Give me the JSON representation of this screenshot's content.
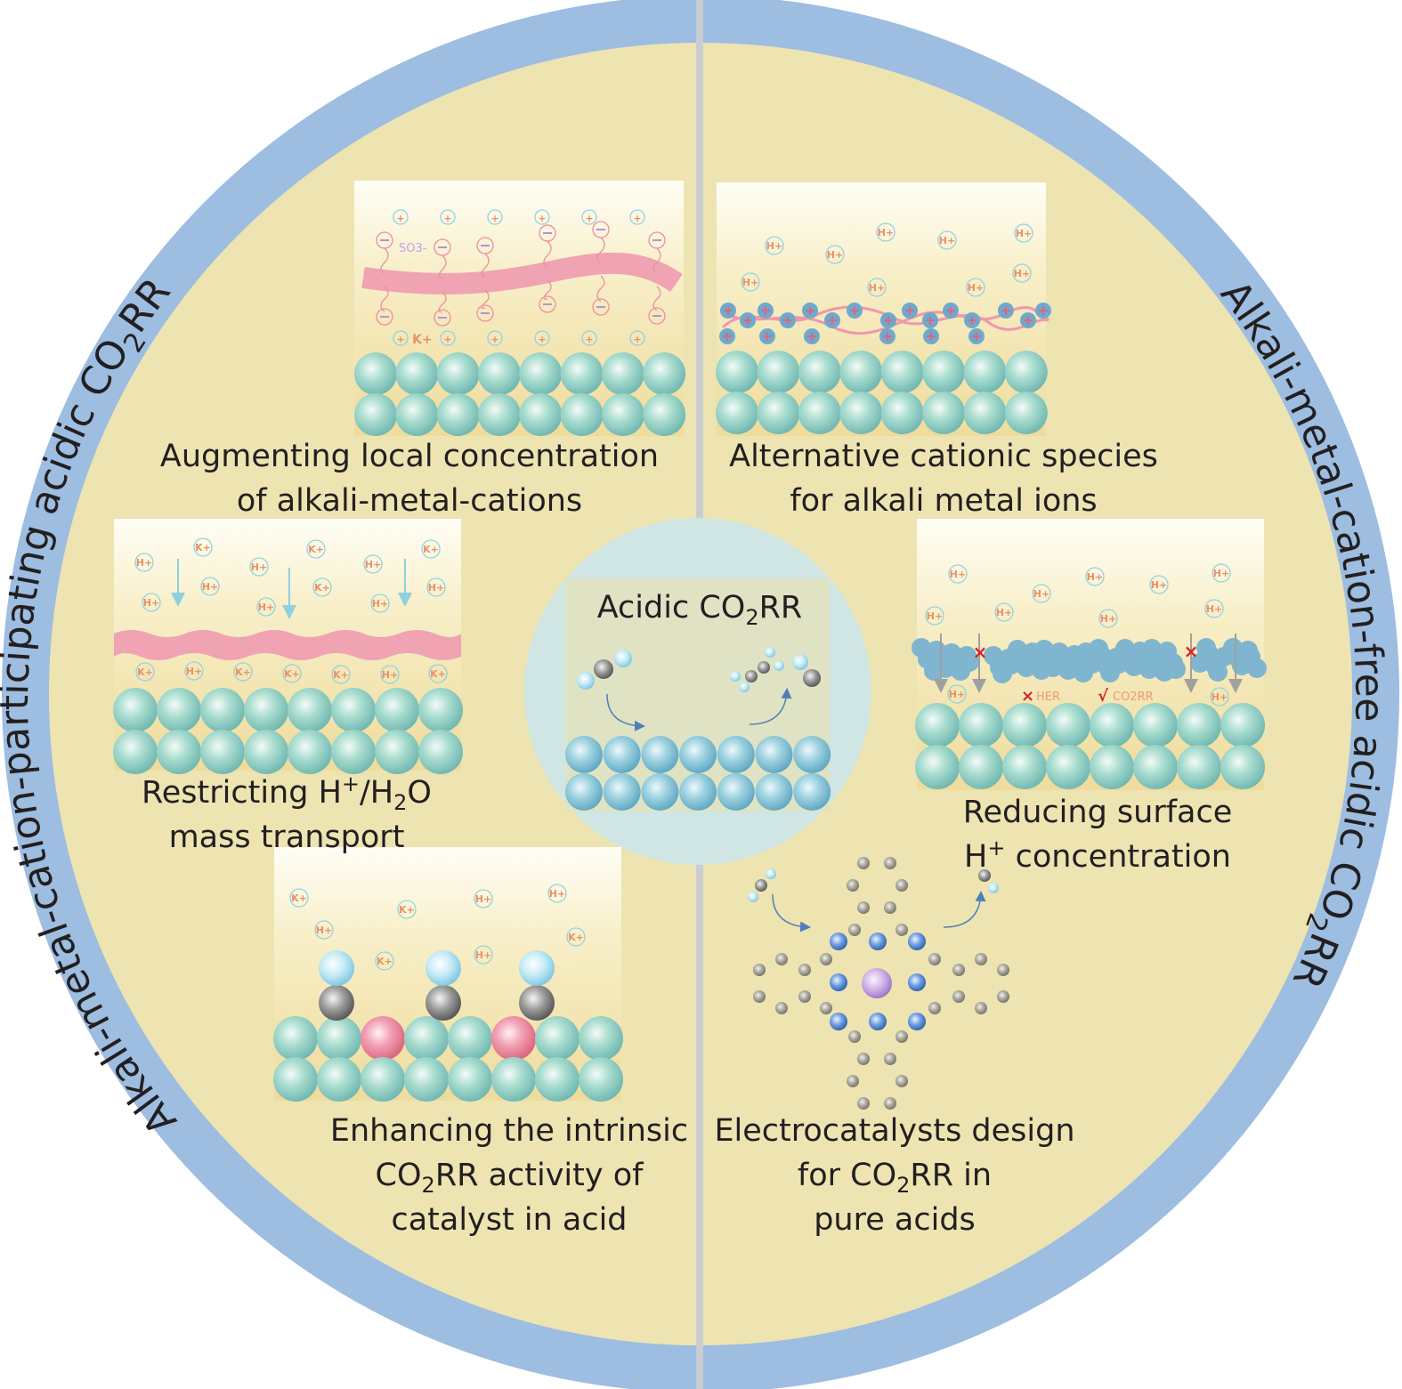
{
  "ring_titles": {
    "left": {
      "pre": "Alkali-metal-cation-participating acidic CO",
      "sub": "2",
      "post": "RR"
    },
    "right": {
      "pre": "Alkali-metal-cation-free acidic CO",
      "sub": "2",
      "post": "RR"
    }
  },
  "center": {
    "title_pre": "Acidic CO",
    "title_sub": "2",
    "title_post": "RR"
  },
  "panels": {
    "augmenting": {
      "lines": [
        [
          {
            "t": "Augmenting local concentration"
          }
        ],
        [
          {
            "t": "of alkali-metal-cations"
          }
        ]
      ],
      "labels": {
        "so3": "SO3-",
        "k": "K+"
      }
    },
    "alternative": {
      "lines": [
        [
          {
            "t": "Alternative cationic species"
          }
        ],
        [
          {
            "t": "for alkali metal ions"
          }
        ]
      ]
    },
    "restricting": {
      "lines": [
        [
          {
            "t": "Restricting H"
          },
          {
            "t": "+",
            "s": "sup"
          },
          {
            "t": "/H"
          },
          {
            "t": "2",
            "s": "sub"
          },
          {
            "t": "O"
          }
        ],
        [
          {
            "t": "mass transport"
          }
        ]
      ]
    },
    "reducing": {
      "lines": [
        [
          {
            "t": "Reducing surface"
          }
        ],
        [
          {
            "t": "H"
          },
          {
            "t": "+",
            "s": "sup"
          },
          {
            "t": " concentration"
          }
        ]
      ],
      "labels": {
        "her": "HER",
        "co2rr": "CO2RR"
      }
    },
    "enhancing": {
      "lines": [
        [
          {
            "t": "Enhancing the intrinsic"
          }
        ],
        [
          {
            "t": "CO"
          },
          {
            "t": "2",
            "s": "sub"
          },
          {
            "t": "RR activity of"
          }
        ],
        [
          {
            "t": "catalyst in acid"
          }
        ]
      ]
    },
    "electrocatalysts": {
      "lines": [
        [
          {
            "t": "Electrocatalysts design"
          }
        ],
        [
          {
            "t": "for CO"
          },
          {
            "t": "2",
            "s": "sub"
          },
          {
            "t": "RR in"
          }
        ],
        [
          {
            "t": "pure acids"
          }
        ]
      ]
    }
  },
  "ions": {
    "H": "H+",
    "K": "K+",
    "plus": "+",
    "minus": "−"
  },
  "colors": {
    "ring": "#9dbde1",
    "background": "#ede4b2",
    "atom": "#8ecfc6",
    "band": "#f0a3b3",
    "accent_red": "#d4252a"
  }
}
